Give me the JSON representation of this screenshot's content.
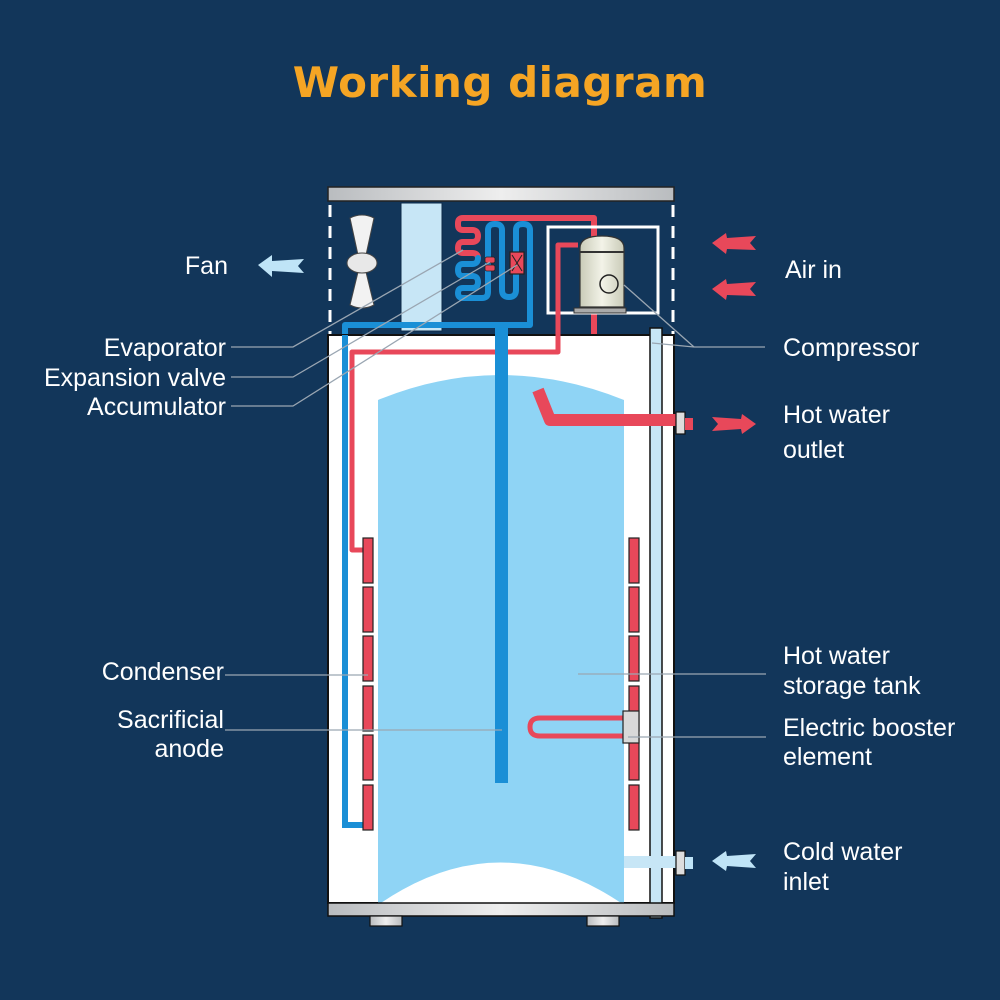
{
  "title": "Working diagram",
  "colors": {
    "background": "#12365a",
    "title": "#f5a524",
    "hot_refrigerant": "#e8485a",
    "cold_refrigerant": "#1a8fd6",
    "water": "#8fd4f5",
    "cold_water_arrow": "#bfe4f7",
    "leader_line": "#9aa6b2"
  },
  "labels": {
    "fan": "Fan",
    "evaporator": "Evaporator",
    "expansion_valve": "Expansion valve",
    "accumulator": "Accumulator",
    "condenser": "Condenser",
    "sacrificial_anode_1": "Sacrificial",
    "sacrificial_anode_2": "anode",
    "air_in": "Air in",
    "compressor": "Compressor",
    "hot_water_outlet_1": "Hot water",
    "hot_water_outlet_2": "outlet",
    "storage_tank_1": "Hot water",
    "storage_tank_2": "storage tank",
    "booster_1": "Electric booster",
    "booster_2": "element",
    "cold_inlet_1": "Cold water",
    "cold_inlet_2": "inlet"
  }
}
